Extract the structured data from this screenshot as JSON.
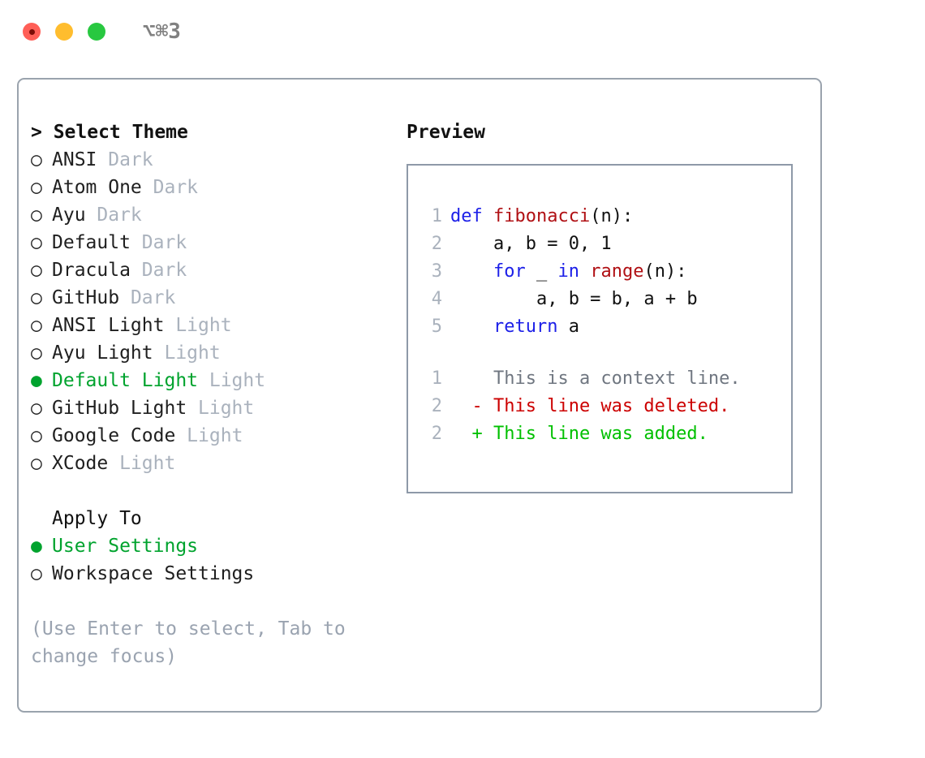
{
  "titlebar": {
    "shortcut": "⌥⌘3",
    "buttons": [
      {
        "name": "close",
        "color": "#ff5f57"
      },
      {
        "name": "minimize",
        "color": "#ffbd2e"
      },
      {
        "name": "maximize",
        "color": "#28c840"
      }
    ]
  },
  "theme_section": {
    "header": "> Select Theme",
    "marker_selected": "●",
    "marker_unselected": "○",
    "items": [
      {
        "name": "ANSI",
        "kind": "Dark",
        "selected": false
      },
      {
        "name": "Atom One",
        "kind": "Dark",
        "selected": false
      },
      {
        "name": "Ayu",
        "kind": "Dark",
        "selected": false
      },
      {
        "name": "Default",
        "kind": "Dark",
        "selected": false
      },
      {
        "name": "Dracula",
        "kind": "Dark",
        "selected": false
      },
      {
        "name": "GitHub",
        "kind": "Dark",
        "selected": false
      },
      {
        "name": "ANSI Light",
        "kind": "Light",
        "selected": false
      },
      {
        "name": "Ayu Light",
        "kind": "Light",
        "selected": false
      },
      {
        "name": "Default Light",
        "kind": "Light",
        "selected": true
      },
      {
        "name": "GitHub Light",
        "kind": "Light",
        "selected": false
      },
      {
        "name": "Google Code",
        "kind": "Light",
        "selected": false
      },
      {
        "name": "XCode",
        "kind": "Light",
        "selected": false
      }
    ]
  },
  "apply_section": {
    "header": "Apply To",
    "items": [
      {
        "name": "User Settings",
        "selected": true
      },
      {
        "name": "Workspace Settings",
        "selected": false
      }
    ]
  },
  "hint": "(Use Enter to select, Tab to change focus)",
  "preview": {
    "title": "Preview",
    "code_lines": [
      {
        "no": "1",
        "tokens": [
          {
            "t": "def ",
            "c": "kw"
          },
          {
            "t": "fibonacci",
            "c": "fn"
          },
          {
            "t": "(n):",
            "c": "plain"
          }
        ]
      },
      {
        "no": "2",
        "tokens": [
          {
            "t": "    a, b = 0, 1",
            "c": "plain"
          }
        ]
      },
      {
        "no": "3",
        "tokens": [
          {
            "t": "    ",
            "c": "plain"
          },
          {
            "t": "for",
            "c": "kw"
          },
          {
            "t": " _ ",
            "c": "plain"
          },
          {
            "t": "in",
            "c": "kw"
          },
          {
            "t": " ",
            "c": "plain"
          },
          {
            "t": "range",
            "c": "fn"
          },
          {
            "t": "(n):",
            "c": "plain"
          }
        ]
      },
      {
        "no": "4",
        "tokens": [
          {
            "t": "        a, b = b, a + b",
            "c": "plain"
          }
        ]
      },
      {
        "no": "5",
        "tokens": [
          {
            "t": "    ",
            "c": "plain"
          },
          {
            "t": "return",
            "c": "kw"
          },
          {
            "t": " a",
            "c": "plain"
          }
        ]
      }
    ],
    "diff_lines": [
      {
        "no": "1",
        "marker": " ",
        "text": "This is a context line.",
        "kind": "ctx"
      },
      {
        "no": "2",
        "marker": "-",
        "text": "This line was deleted.",
        "kind": "del"
      },
      {
        "no": "2",
        "marker": "+",
        "text": "This line was added.",
        "kind": "add"
      }
    ]
  },
  "colors": {
    "selected_green": "#00a32e",
    "diff_add_green": "#00c000",
    "diff_del_red": "#cc0000",
    "keyword_blue": "#1d20e8",
    "function_red": "#b01014",
    "muted_gray": "#aab2bd",
    "hint_gray": "#9aa3b0"
  }
}
